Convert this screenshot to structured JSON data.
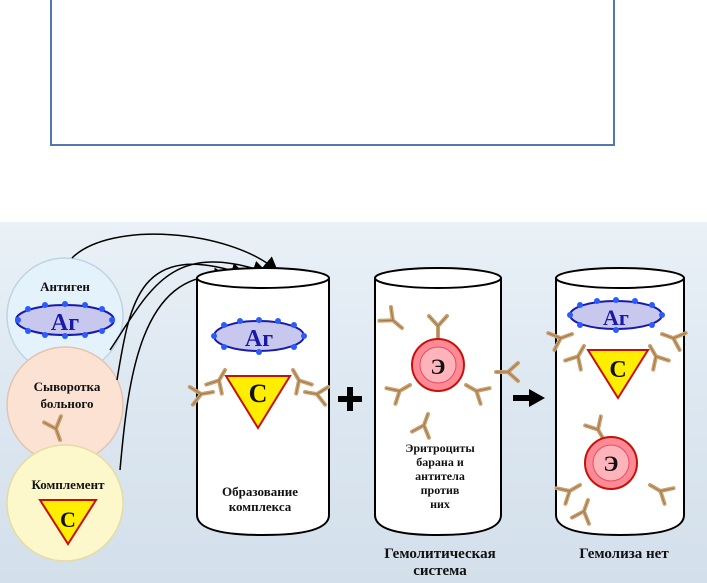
{
  "top_box": {
    "text": ""
  },
  "circles": {
    "antigen_label": "Антиген",
    "antigen_symbol": "Аг",
    "serum_label": [
      "Сыворотка",
      "больного"
    ],
    "complement_label": "Комплемент",
    "complement_symbol": "С"
  },
  "tube1": {
    "antigen_symbol": "Аг",
    "complement_symbol": "С",
    "caption": [
      "Образование",
      "комплекса"
    ]
  },
  "tube2": {
    "erythrocyte_symbol": "Э",
    "caption": [
      "Эритроциты",
      "барана и",
      "антитела",
      "против",
      "них"
    ],
    "below_caption": [
      "Гемолитическая",
      "система"
    ]
  },
  "tube3": {
    "antigen_symbol": "Аг",
    "complement_symbol": "С",
    "erythrocyte_symbol": "Э",
    "below_caption": "Гемолиза нет"
  },
  "colors": {
    "frame": "#4f78b5",
    "antigen_fill": "#c8c8ef",
    "antigen_stroke": "#1a1aa8",
    "antigen_dots": "#2a5bff",
    "antigen_circle_bg": "#e4f3fb",
    "serum_circle_bg": "#fbe2d3",
    "complement_circle_bg": "#fdf7cc",
    "complement_fill": "#ffee00",
    "complement_stroke": "#c8100a",
    "erythrocyte_fill": "#ff8a95",
    "antibody": "#c9a070"
  }
}
